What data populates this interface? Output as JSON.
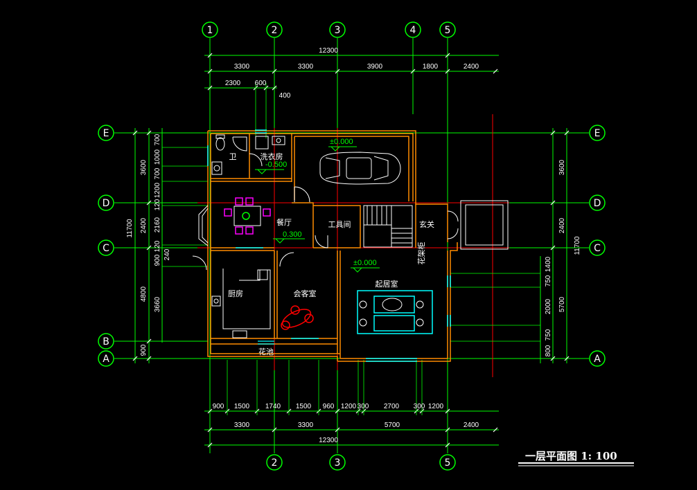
{
  "title": "一层平面图 1: 100",
  "grid_columns": [
    "1",
    "2",
    "3",
    "4",
    "5"
  ],
  "grid_rows": [
    "A",
    "B",
    "C",
    "D",
    "E"
  ],
  "rooms": {
    "bathroom": "卫",
    "laundry": "洗衣房",
    "dining": "餐厅",
    "tool_room": "工具间",
    "foyer": "玄关",
    "kitchen": "厨房",
    "reception": "会客室",
    "living": "起居室",
    "planter": "花池",
    "shoe_cabinet": "花架柜"
  },
  "elevations": {
    "garage": "±0.000",
    "laundry": "-0.500",
    "dining": "0.300",
    "living": "±0.000"
  },
  "dims_top": {
    "total": "12300",
    "spans": [
      "3300",
      "3300",
      "3900",
      "1800",
      "2400"
    ],
    "sub": [
      "2300",
      "600",
      "400"
    ]
  },
  "dims_bottom": {
    "fine": [
      "900",
      "1500",
      "1740",
      "1500",
      "960",
      "1200",
      "300",
      "2700",
      "300",
      "1200"
    ],
    "spans": [
      "3300",
      "3300",
      "5700",
      "2400"
    ],
    "total": "12300"
  },
  "dims_left": {
    "total": "11700",
    "spans": [
      "3600",
      "2400",
      "4800",
      "900"
    ],
    "fine": [
      "700",
      "1000",
      "700",
      "1200",
      "120",
      "2160",
      "120",
      "900",
      "240",
      "3660",
      "900"
    ]
  },
  "dims_right": {
    "total": "11700",
    "spans": [
      "3600",
      "2400",
      "5700"
    ],
    "fine": [
      "1400",
      "750",
      "2000",
      "750",
      "800"
    ]
  },
  "colors": {
    "background": "#000000",
    "grid_line": "#00ff00",
    "wall": "#ff8c00",
    "red_axis": "#ff0000",
    "dimension": "#ffffff",
    "furniture_cyan": "#00ffff",
    "furniture_magenta": "#ff00ff"
  }
}
